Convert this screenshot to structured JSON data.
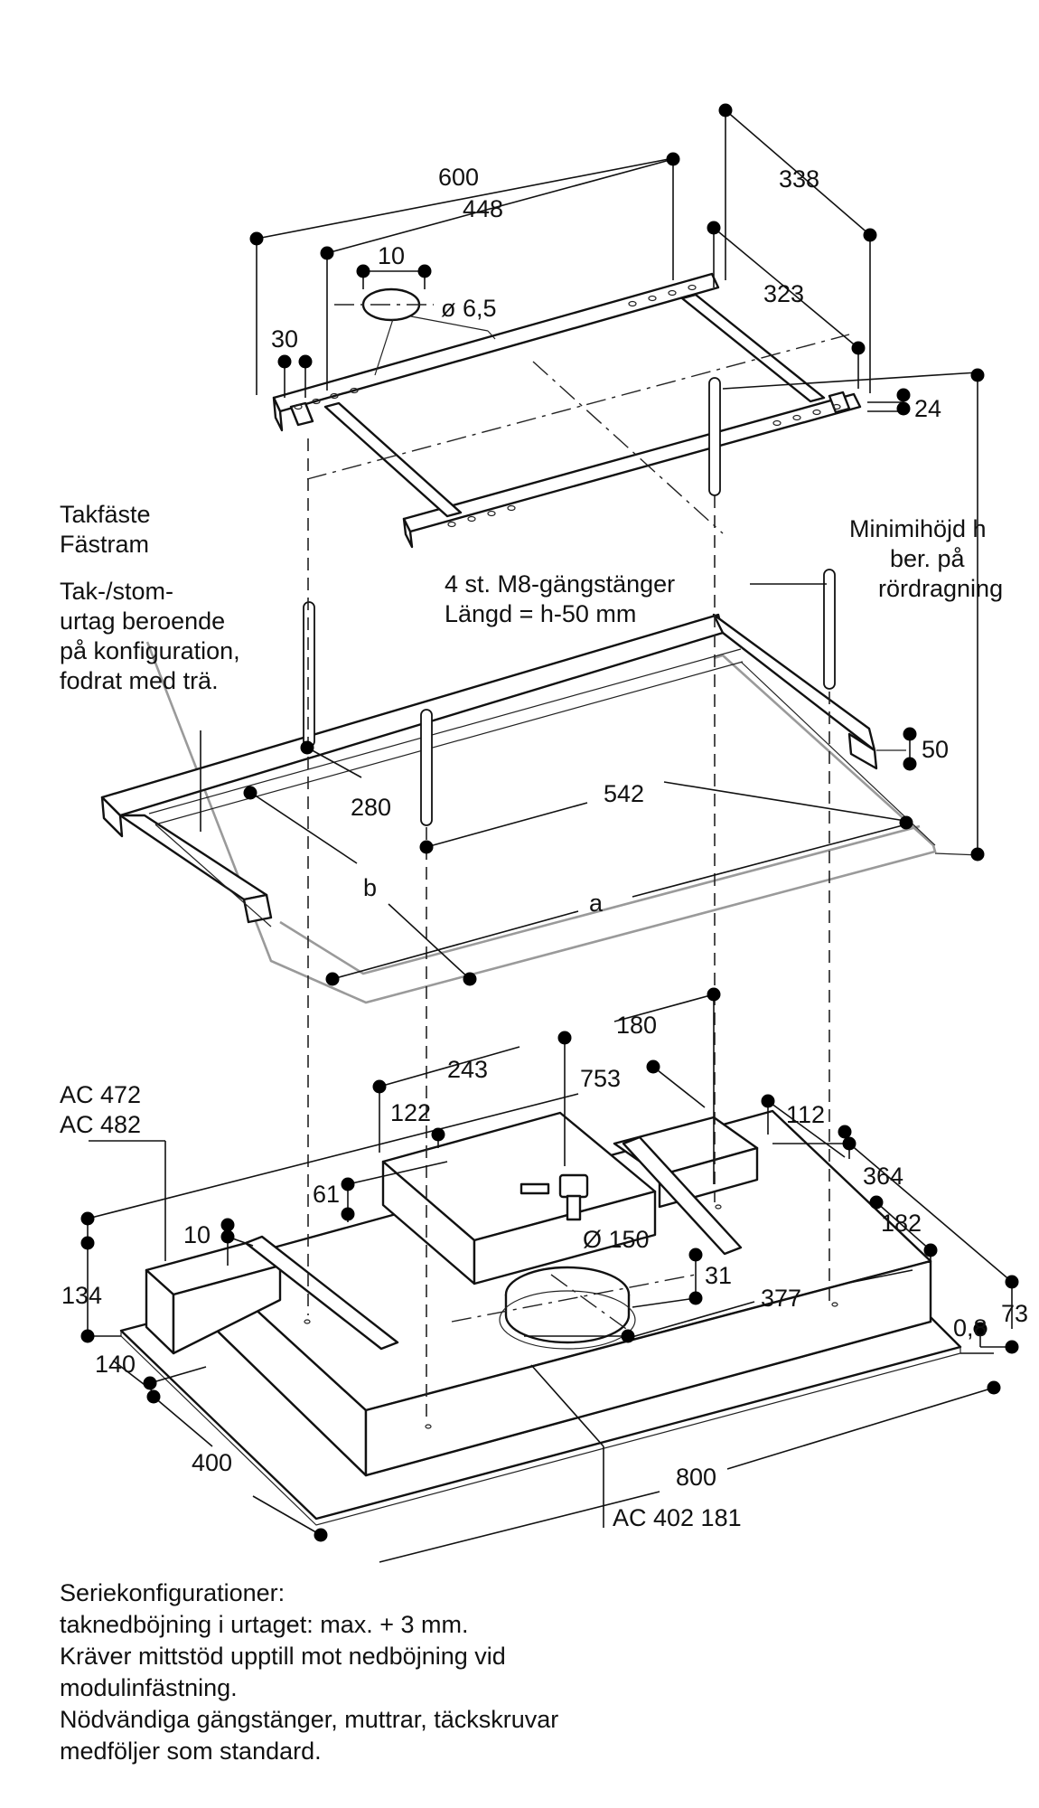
{
  "dimensions": {
    "d600": "600",
    "d448": "448",
    "d338": "338",
    "d10a": "10",
    "d6_5": "ø 6,5",
    "d30": "30",
    "d323": "323",
    "d24": "24",
    "d50": "50",
    "d280": "280",
    "d542": "542",
    "b": "b",
    "a": "a",
    "d180": "180",
    "d243": "243",
    "d753": "753",
    "d122": "122",
    "d112": "112",
    "d364": "364",
    "d61": "61",
    "d182": "182",
    "d10b": "10",
    "d150": "Ø 150",
    "d31": "31",
    "d134": "134",
    "d377": "377",
    "d73": "73",
    "d0_8": "0,8",
    "d140": "140",
    "d400": "400",
    "d800": "800"
  },
  "labels": {
    "takfaste": "Takfäste",
    "fastram": "Fästram",
    "tak_stom": [
      "Tak-/stom-",
      "urtag beroende",
      "på konfiguration,",
      "fodrat med trä."
    ],
    "rods": [
      "4 st. M8-gängstänger",
      "Längd = h-50 mm"
    ],
    "minhojd": [
      "Minimihöjd h",
      "ber. på",
      "rördragning"
    ],
    "ac1": "AC 472",
    "ac2": "AC 482",
    "ac3": "AC 402 181"
  },
  "notes": [
    "Seriekonfigurationer:",
    "taknedböjning i urtaget: max. + 3 mm.",
    "Kräver mittstöd upptill mot nedböjning vid",
    "modulinfästning.",
    "Nödvändiga gängstänger, muttrar, täckskruvar",
    "medföljer som standard."
  ]
}
